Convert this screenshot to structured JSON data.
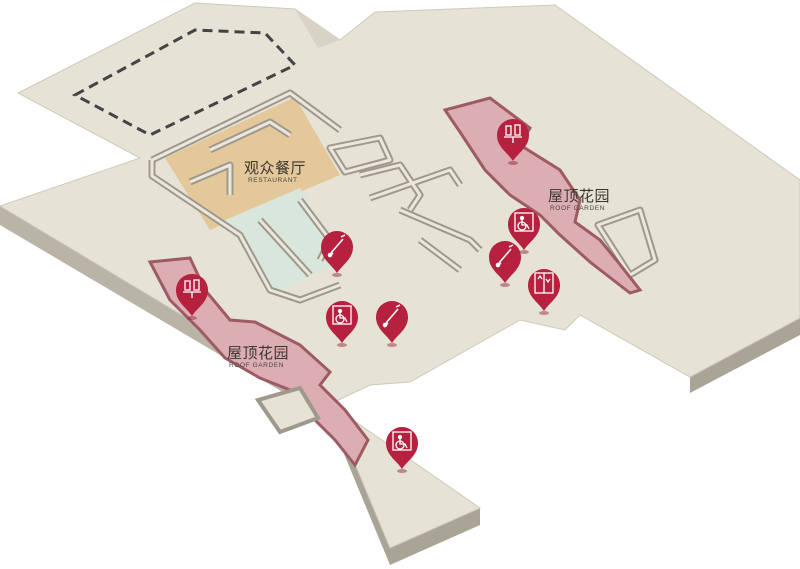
{
  "labels": {
    "restaurant": {
      "zh": "观众餐厅",
      "en": "RESTAURANT"
    },
    "roof_garden_right": {
      "zh": "屋顶花园",
      "en": "ROOF GARDEN"
    },
    "roof_garden_left": {
      "zh": "屋顶花园",
      "en": "ROOF GARDEN"
    }
  },
  "pins": [
    {
      "name": "toilet-pin-top-right",
      "icon": "toilet-icon"
    },
    {
      "name": "accessible-elevator-pin-right",
      "icon": "accessible-elevator-icon"
    },
    {
      "name": "fire-extinguisher-pin-right",
      "icon": "fire-extinguisher-icon"
    },
    {
      "name": "elevator-pin-right",
      "icon": "elevator-icon"
    },
    {
      "name": "fire-extinguisher-pin-center",
      "icon": "fire-extinguisher-icon"
    },
    {
      "name": "toilet-pin-left",
      "icon": "toilet-icon"
    },
    {
      "name": "accessible-elevator-pin-center",
      "icon": "accessible-elevator-icon"
    },
    {
      "name": "fire-extinguisher-pin-lower",
      "icon": "fire-extinguisher-icon"
    },
    {
      "name": "accessible-elevator-pin-bottom",
      "icon": "accessible-elevator-icon"
    }
  ],
  "colors": {
    "floor": "#e6e2d6",
    "floor_side": "#b9b4a6",
    "restaurant": "#e4c89a",
    "garden": "#dcaeb3",
    "pin": "#b5213e"
  }
}
